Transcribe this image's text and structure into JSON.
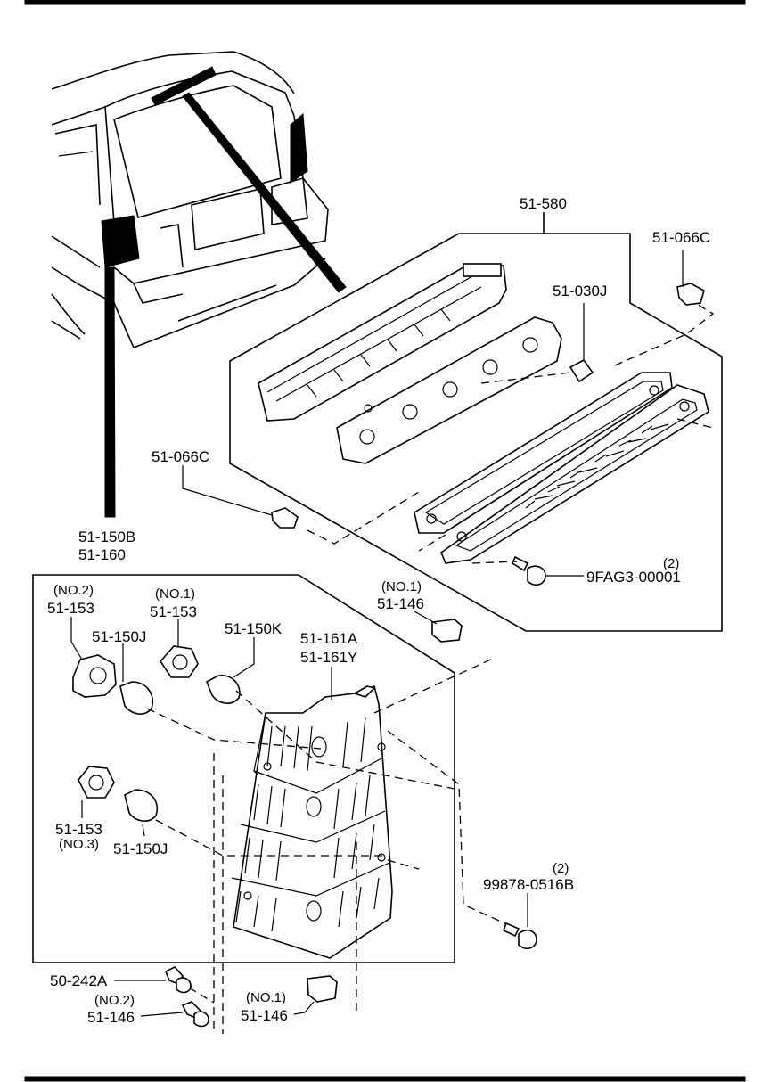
{
  "labels": {
    "assy_high_mount": "51-580",
    "screw_top_right": "51-066C",
    "bulb_high_mount": "51-030J",
    "screw_left": "51-066C",
    "lens_screw_qty": "(2)",
    "lens_screw": "9FAG3-00001",
    "lamp_assy_1": "51-150B",
    "lamp_assy_2": "51-160",
    "socket_no2_tag": "(NO.2)",
    "socket_no2": "51-153",
    "socket_no1_tag": "(NO.1)",
    "socket_no1": "51-153",
    "clip_no1_tag": "(NO.1)",
    "clip_no1": "51-146",
    "bulb_150j_top": "51-150J",
    "bulb_150k": "51-150K",
    "lens_1": "51-161A",
    "lens_2": "51-161Y",
    "socket_no3": "51-153",
    "socket_no3_tag": "(NO.3)",
    "bulb_150j_bottom": "51-150J",
    "screw_9987_qty": "(2)",
    "screw_9987": "99878-0516B",
    "grommet": "50-242A",
    "clip_no2_tag": "(NO.2)",
    "clip_no2": "51-146",
    "clip_no1b_tag": "(NO.1)",
    "clip_no1b": "51-146"
  }
}
